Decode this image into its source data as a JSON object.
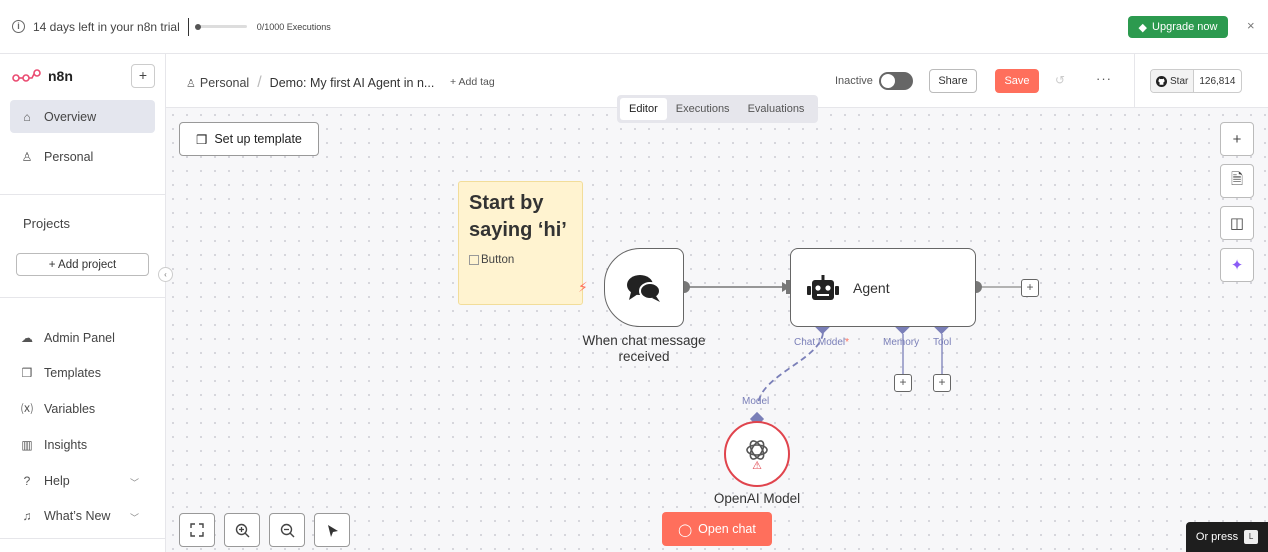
{
  "banner": {
    "trial_text": "14 days left in your n8n trial",
    "executions_text": "0/1000 Executions",
    "executions_progress": 0.0,
    "upgrade_label": "Upgrade now",
    "close_glyph": "×"
  },
  "sidebar": {
    "logo_text": "n8n",
    "new_glyph": "+",
    "items": [
      {
        "label": "Overview",
        "icon": "home-icon",
        "glyph": "⌂"
      },
      {
        "label": "Personal",
        "icon": "user-icon",
        "glyph": "♙"
      }
    ],
    "projects_label": "Projects",
    "add_project_label": "+ Add project",
    "bottom_items": [
      {
        "label": "Admin Panel",
        "icon": "cloud-icon",
        "glyph": "☁"
      },
      {
        "label": "Templates",
        "icon": "box-icon",
        "glyph": "❒"
      },
      {
        "label": "Variables",
        "icon": "variable-icon",
        "glyph": "⒳"
      },
      {
        "label": "Insights",
        "icon": "bar-chart-icon",
        "glyph": "▥"
      },
      {
        "label": "Help",
        "icon": "help-icon",
        "glyph": "?"
      },
      {
        "label": "What’s New",
        "icon": "bell-icon",
        "glyph": "♫"
      }
    ]
  },
  "header": {
    "breadcrumb_project": "Personal",
    "workflow_name": "Demo: My first AI Agent in n...",
    "add_tag_label": "+ Add tag",
    "inactive_label": "Inactive",
    "share_label": "Share",
    "save_label": "Save",
    "more_glyph": "···",
    "github_star_label": "Star",
    "github_star_count": "126,814"
  },
  "tabs": [
    {
      "label": "Editor",
      "active": true
    },
    {
      "label": "Executions",
      "active": false
    },
    {
      "label": "Evaluations",
      "active": false
    }
  ],
  "canvas": {
    "setup_template_label": "Set up template",
    "sticky_title": "Start by saying ‘hi’",
    "sticky_image_alt": "Button",
    "trigger_label": "When chat message received",
    "agent_label": "Agent",
    "ports": {
      "chat_model": "Chat Model",
      "required_mark": "*",
      "memory": "Memory",
      "tool": "Tool",
      "model": "Model"
    },
    "model_node_label": "OpenAI Model",
    "model_node_warning": "⚠",
    "open_chat_label": "Open chat",
    "plus_glyph": "+",
    "right_tool_glyphs": [
      "+",
      "🗎",
      "◫",
      "✦"
    ]
  },
  "shortcut_hint": {
    "text": "Or press",
    "key": "L"
  },
  "colors": {
    "accent": "#ff6f5c",
    "upgrade_green": "#2c9a4f",
    "port_color": "#7a7fb8",
    "error_red": "#e0444d"
  }
}
